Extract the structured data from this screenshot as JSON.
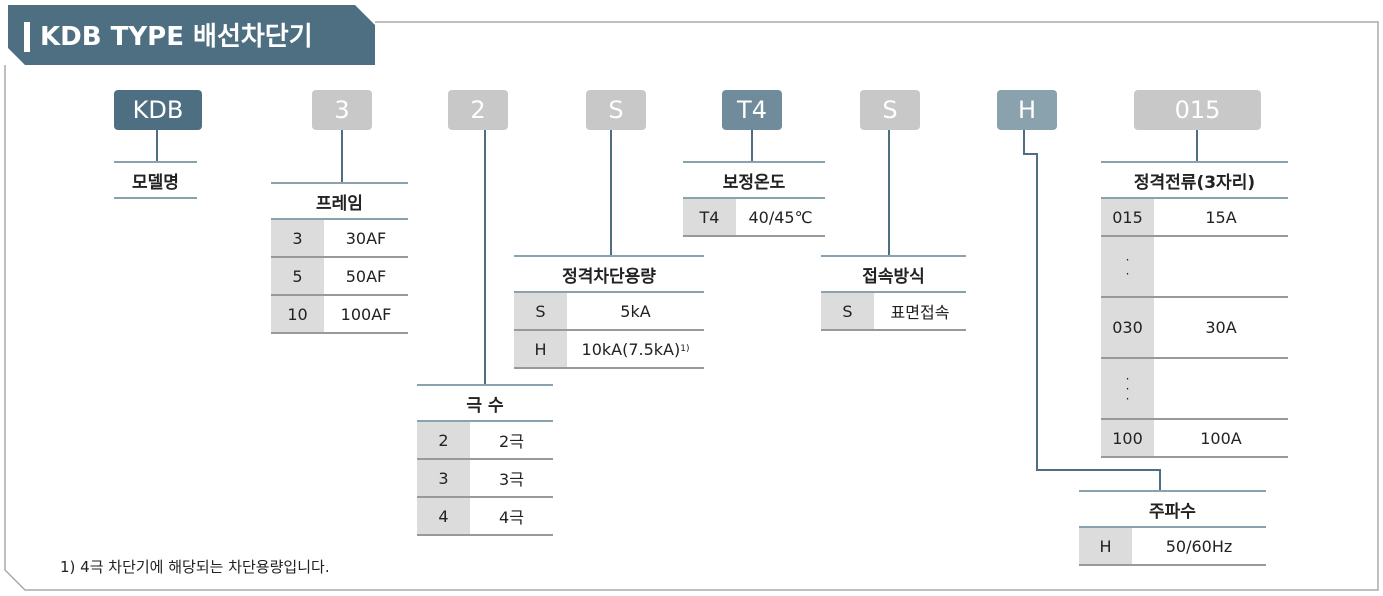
{
  "title": "KDB TYPE 배선차단기",
  "codes": [
    "KDB",
    "3",
    "2",
    "S",
    "T4",
    "S",
    "H",
    "015"
  ],
  "model": {
    "header": "모델명"
  },
  "frame": {
    "header": "프레임",
    "rows": [
      [
        "3",
        "30AF"
      ],
      [
        "5",
        "50AF"
      ],
      [
        "10",
        "100AF"
      ]
    ]
  },
  "poles": {
    "header": "극 수",
    "rows": [
      [
        "2",
        "2극"
      ],
      [
        "3",
        "3극"
      ],
      [
        "4",
        "4극"
      ]
    ]
  },
  "breaking": {
    "header": "정격차단용량",
    "rows": [
      [
        "S",
        "5kA"
      ],
      [
        "H",
        "10kA(7.5kA)"
      ]
    ],
    "note_mark": "1)"
  },
  "temp": {
    "header": "보정온도",
    "rows": [
      [
        "T4",
        "40/45℃"
      ]
    ]
  },
  "conn": {
    "header": "접속방식",
    "rows": [
      [
        "S",
        "표면접속"
      ]
    ]
  },
  "current": {
    "header": "정격전류(3자리)",
    "rows": [
      [
        "015",
        "15A"
      ],
      [
        "·\n·",
        ""
      ],
      [
        "030",
        "30A"
      ],
      [
        "·\n·\n·",
        ""
      ],
      [
        "100",
        "100A"
      ]
    ]
  },
  "freq": {
    "header": "주파수",
    "rows": [
      [
        "H",
        "50/60Hz"
      ]
    ]
  },
  "footnote": "1) 4극 차단기에 해당되는 차단용량입니다.",
  "colors": {
    "dark": "#4e6f82",
    "mid": "#6f8b9c",
    "light": "#8aa1ae",
    "gray": "#c8c8c8"
  }
}
